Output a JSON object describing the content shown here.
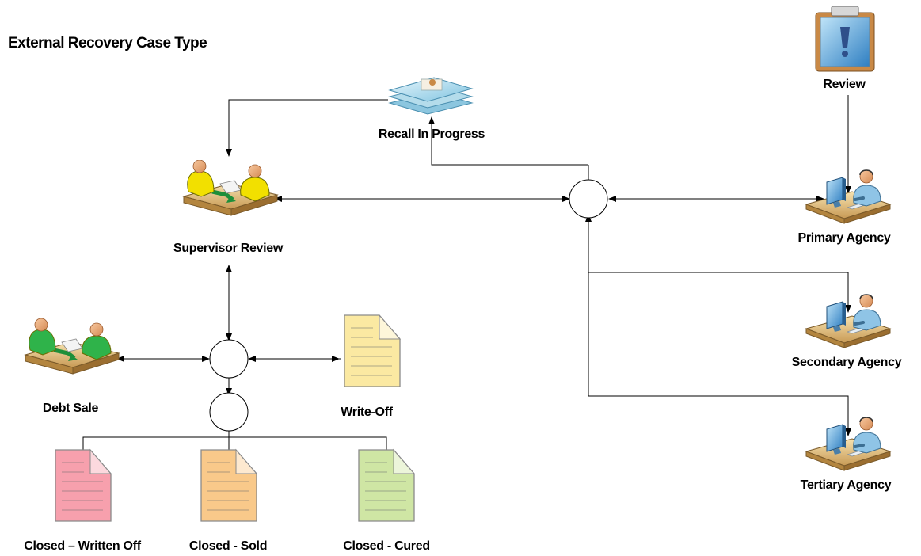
{
  "diagram": {
    "title": "External Recovery Case Type",
    "nodes": {
      "recall_in_progress": {
        "label": "Recall In Progress",
        "icon": "documents-icon"
      },
      "review": {
        "label": "Review",
        "icon": "clipboard-icon"
      },
      "supervisor_review": {
        "label": "Supervisor Review",
        "icon": "meeting-icon",
        "color": "#f2e000"
      },
      "primary_agency": {
        "label": "Primary Agency",
        "icon": "computer-user-icon"
      },
      "secondary_agency": {
        "label": "Secondary Agency",
        "icon": "computer-user-icon"
      },
      "tertiary_agency": {
        "label": "Tertiary Agency",
        "icon": "computer-user-icon"
      },
      "debt_sale": {
        "label": "Debt Sale",
        "icon": "meeting-icon",
        "color": "#2fb34a"
      },
      "write_off": {
        "label": "Write-Off",
        "icon": "document-icon",
        "color": "#fbe9a2"
      },
      "closed_written_off": {
        "label": "Closed – Written Off",
        "icon": "document-icon",
        "color": "#f7a0ad"
      },
      "closed_sold": {
        "label": "Closed - Sold",
        "icon": "document-icon",
        "color": "#f9c98a"
      },
      "closed_cured": {
        "label": "Closed - Cured",
        "icon": "document-icon",
        "color": "#cfe6a4"
      }
    }
  }
}
